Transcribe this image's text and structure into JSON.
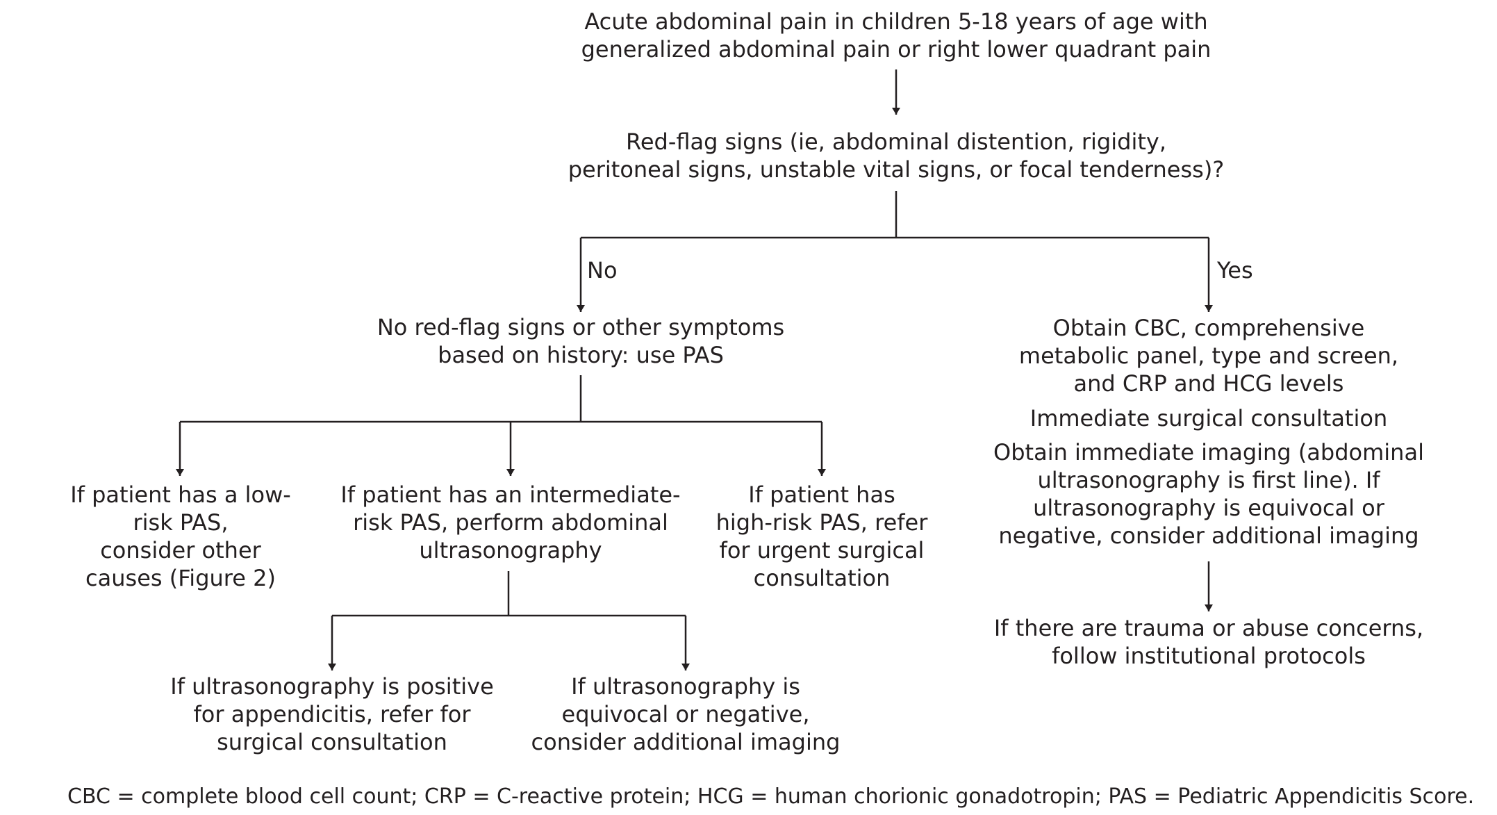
{
  "flowchart": {
    "start": [
      "Acute abdominal pain in children 5-18 years of age with",
      "generalized abdominal pain or right lower quadrant pain"
    ],
    "redflag_question": [
      "Red-flag signs (ie, abdominal distention, rigidity,",
      "peritoneal signs, unstable vital signs, or focal tenderness)?"
    ],
    "branch_no_label": "No",
    "branch_yes_label": "Yes",
    "no_redflag": [
      "No red-flag signs or other symptoms",
      "based on history: use PAS"
    ],
    "low_risk": [
      "If patient has a low-",
      "risk PAS,",
      "consider other",
      "causes (Figure 2)"
    ],
    "intermediate_risk": [
      "If patient has an intermediate-",
      "risk PAS, perform abdominal",
      "ultrasonography"
    ],
    "high_risk": [
      "If patient has",
      "high-risk PAS, refer",
      "for urgent surgical",
      "consultation"
    ],
    "us_positive": [
      "If ultrasonography is positive",
      "for appendicitis, refer for",
      "surgical consultation"
    ],
    "us_equivocal": [
      "If ultrasonography is",
      "equivocal or negative,",
      "consider additional imaging"
    ],
    "yes_labs": [
      "Obtain CBC, comprehensive",
      "metabolic panel, type and screen,",
      "and CRP and HCG levels"
    ],
    "yes_consult": [
      "Immediate surgical consultation"
    ],
    "yes_imaging": [
      "Obtain immediate imaging (abdominal",
      "ultrasonography is first line).  If",
      "ultrasonography is equivocal or",
      "negative, consider additional imaging"
    ],
    "trauma": [
      "If there are trauma or abuse concerns,",
      "follow institutional protocols"
    ]
  },
  "footnote": "CBC = complete blood cell count; CRP = C-reactive protein; HCG = human chorionic gonadotropin; PAS = Pediatric Appendicitis Score."
}
